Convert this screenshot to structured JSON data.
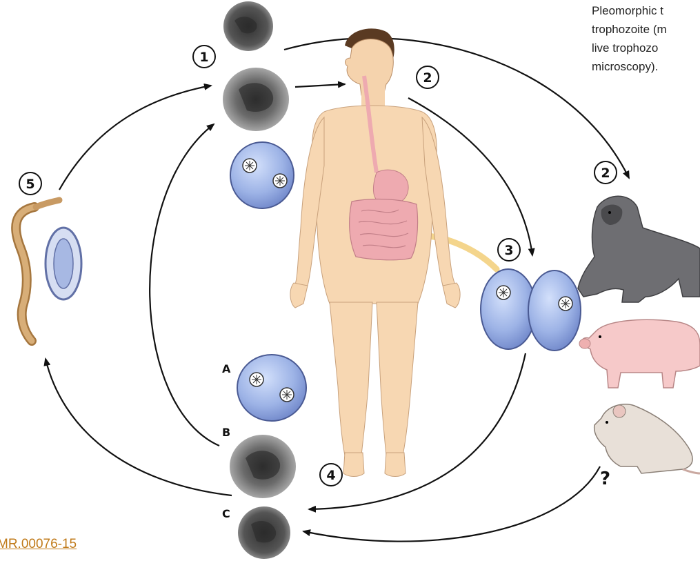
{
  "caption": {
    "lines": [
      "Pleomorphic t",
      "trophozoite (m",
      "live  trophozo",
      "microscopy)."
    ]
  },
  "doi_link": "MR.00076-15",
  "stage_labels": [
    "1",
    "2",
    "2",
    "3",
    "4",
    "5"
  ],
  "form_labels": [
    "A",
    "B",
    "C"
  ],
  "unknown_host_mark": "?",
  "colors": {
    "arrow": "#111111",
    "cyst_fill": "#9fb4e6",
    "cyst_stroke": "#4a5a93",
    "skin": "#f7d7b2",
    "gut": "#eeaab0",
    "highlight_arrow": "#f4d58c",
    "worm": "#c89a63",
    "link": "#c07a19"
  },
  "icons": [
    "human-body",
    "gorilla",
    "pig",
    "rat",
    "nematode-worm",
    "helminth-egg",
    "cyst",
    "trophozoite-micrograph"
  ]
}
